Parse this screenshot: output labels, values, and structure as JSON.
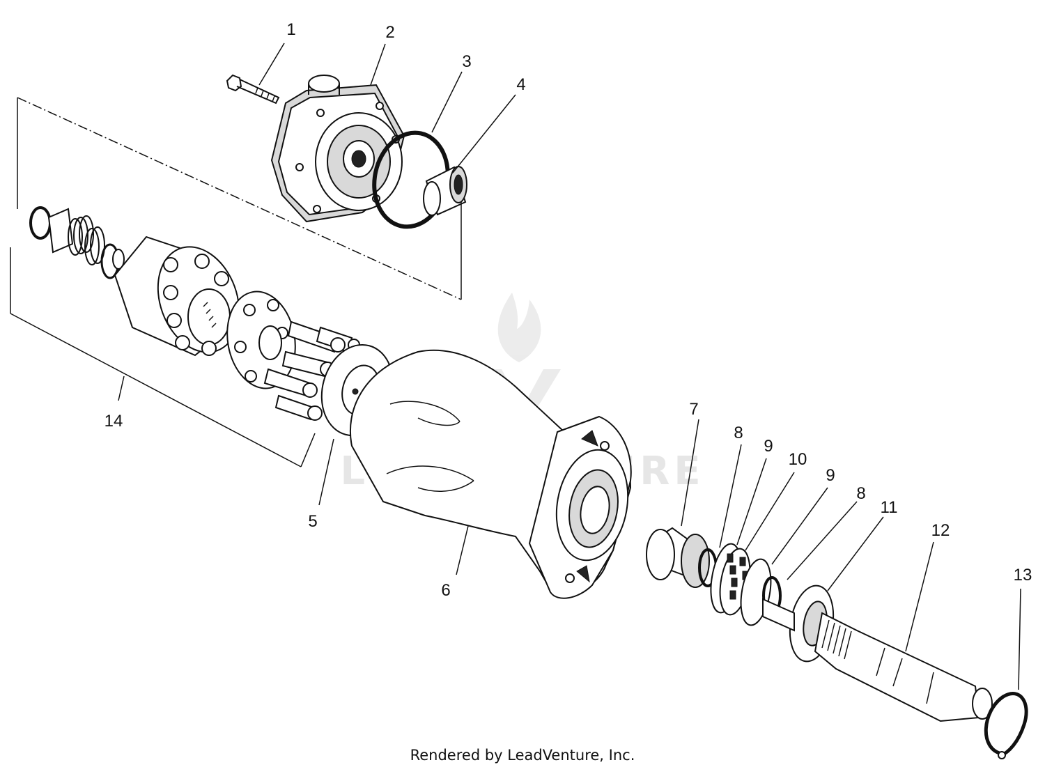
{
  "diagram": {
    "callouts": [
      {
        "id": "c1",
        "label": "1"
      },
      {
        "id": "c2",
        "label": "2"
      },
      {
        "id": "c3",
        "label": "3"
      },
      {
        "id": "c4",
        "label": "4"
      },
      {
        "id": "c5",
        "label": "5"
      },
      {
        "id": "c6",
        "label": "6"
      },
      {
        "id": "c7",
        "label": "7"
      },
      {
        "id": "c8a",
        "label": "8"
      },
      {
        "id": "c9a",
        "label": "9"
      },
      {
        "id": "c10",
        "label": "10"
      },
      {
        "id": "c9b",
        "label": "9"
      },
      {
        "id": "c8b",
        "label": "8"
      },
      {
        "id": "c11",
        "label": "11"
      },
      {
        "id": "c12",
        "label": "12"
      },
      {
        "id": "c13",
        "label": "13"
      },
      {
        "id": "c14",
        "label": "14"
      }
    ]
  },
  "watermark": {
    "text": "LEADVENTURE"
  },
  "footer": {
    "text": "Rendered by LeadVenture, Inc."
  }
}
